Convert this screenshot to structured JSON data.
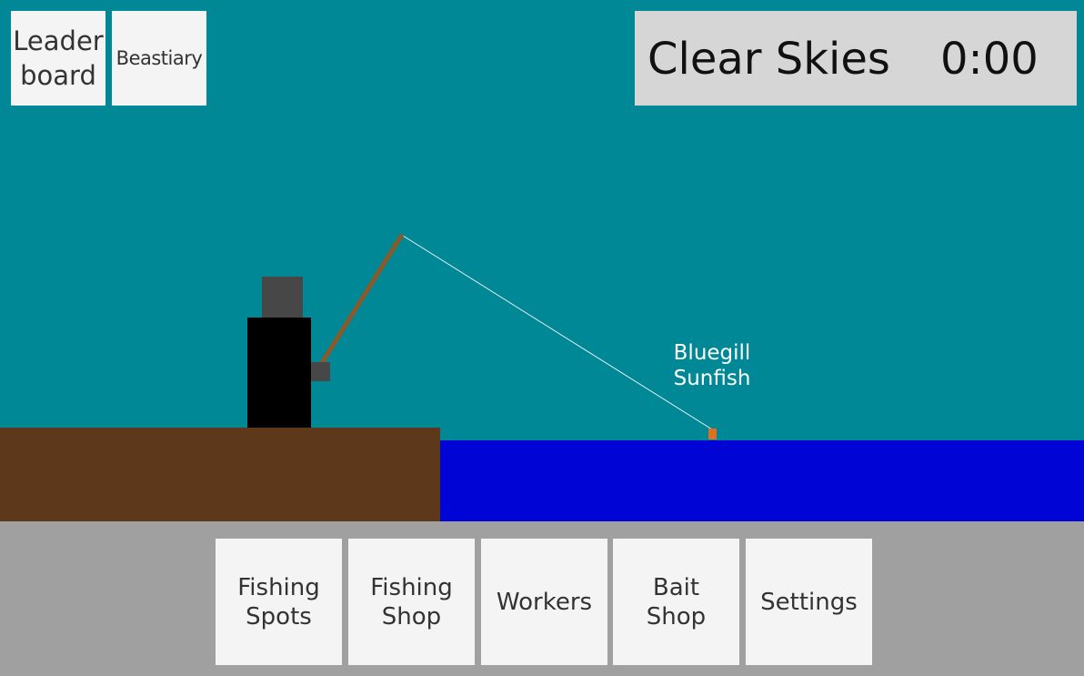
{
  "colors": {
    "sky": "#008896",
    "water": "#0005d6",
    "dock": "#5e381b",
    "toolbar": "#a0a0a0",
    "button_bg": "#f4f4f4",
    "status_bg": "#d6d6d6",
    "fisherman_body": "#000000",
    "fisherman_head": "#474747",
    "rod": "#8a5a2a",
    "line": "#e6f2f2",
    "bobber": "#e07020"
  },
  "top_left": {
    "leaderboard_label": "Leader\nboard",
    "beastiary_label": "Beastiary"
  },
  "status": {
    "weather": "Clear Skies",
    "timer": "0:00"
  },
  "scene": {
    "fish_label": "Bluegill\nSunfish"
  },
  "toolbar": {
    "items": [
      {
        "label": "Fishing\nSpots"
      },
      {
        "label": "Fishing\nShop"
      },
      {
        "label": "Workers"
      },
      {
        "label": "Bait\nShop"
      },
      {
        "label": "Settings"
      }
    ]
  }
}
